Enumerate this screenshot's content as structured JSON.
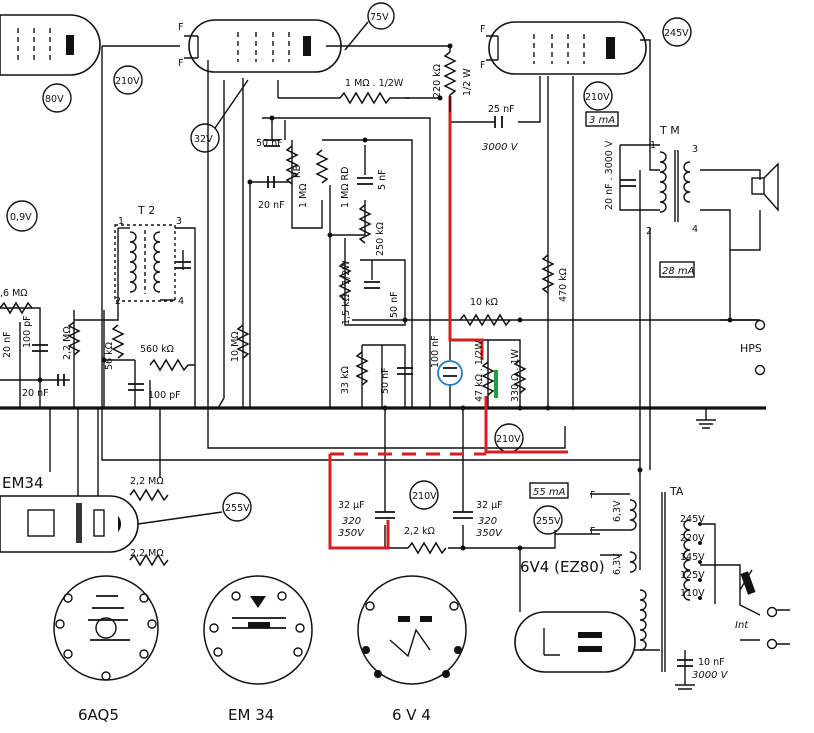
{
  "voltages": {
    "v75": "75V",
    "v210a": "210V",
    "v80": "80V",
    "v32": "32V",
    "v245": "245V",
    "v210b": "210V",
    "v09": "0,9V",
    "v210c": "210V",
    "v255a": "255V",
    "v210d": "210V",
    "v255b": "255V"
  },
  "currents": {
    "i3": "3 mA",
    "i28": "28 mA",
    "i55": "55 mA"
  },
  "resistors": {
    "r1m": "1 MΩ . 1/2W",
    "r220k_a": "220 kΩ",
    "r220k_b": "1/2 W",
    "rRB": "RB",
    "rRB_val": "1 MΩ",
    "rRD": "1 MΩ RD",
    "r250k": "250 kΩ",
    "r1_5k": "1,5 kΩ . 1/2W",
    "r10k": "10 kΩ",
    "r470k": "470 kΩ",
    "r47k": "47 kΩ . 1/2W",
    "r330": "330 Ω . 1W",
    "r33k": "33 kΩ",
    "r10M": "10 MΩ",
    "r560k": "560 kΩ",
    "r56k": "56 kΩ",
    "r2_2M": "2,2 MΩ",
    "r1_6M": ",6 MΩ",
    "r2_2Ma": "2,2 MΩ",
    "r2_2Mb": "2,2 MΩ",
    "r2_2k": "2,2 kΩ"
  },
  "capacitors": {
    "c25n": "25 nF",
    "c3000": "3000 V",
    "c50n_a": "50 nF",
    "c20n_a": "20 nF",
    "c5n": "5 nF",
    "c50n_b": "50 nF",
    "c50n_c": "50 nF",
    "c100n": "100 nF",
    "c20n_tm": "20 nF . 3000 V",
    "c20nf_l": "20 nF",
    "c100pf_l": "100 pF",
    "c20nf_b": "20 nF",
    "c100pf_b": "100 pF",
    "c32a_1": "32 µF",
    "c32a_2": "320",
    "c32a_3": "350V",
    "c32b_1": "32 µF",
    "c32b_2": "320",
    "c32b_3": "350V",
    "c10n": "10 nF",
    "c10n_v": "3000 V"
  },
  "transformers": {
    "t2": "T 2",
    "tm": "T M",
    "ta": "TA",
    "pin1": "1",
    "pin2": "2",
    "pin3": "3",
    "pin4": "4",
    "tm1": "1",
    "tm2": "2",
    "tm3": "3",
    "tm4": "4",
    "ta_taps": [
      "245V",
      "220V",
      "145V",
      "125V",
      "110V"
    ],
    "h63a": "6,3V",
    "h63b": "6,3V"
  },
  "tubes": {
    "em34": "EM34",
    "rect": "6V4 (EZ80)",
    "sock1": "6AQ5",
    "sock2": "EM 34",
    "sock3": "6 V 4"
  },
  "misc": {
    "hps": "HPS",
    "inter": "Int",
    "f1": "F",
    "f2": "F",
    "f3": "F",
    "f4": "F",
    "f5": "F",
    "f6": "F"
  }
}
